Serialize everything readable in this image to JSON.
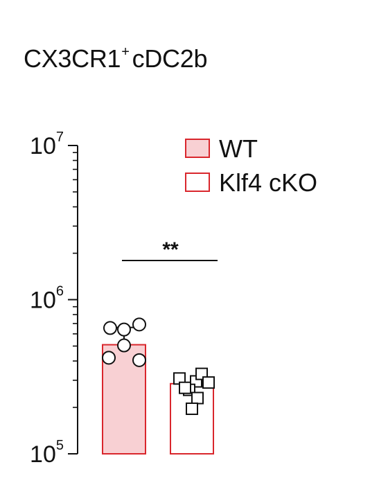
{
  "chart_data": {
    "type": "bar",
    "title": {
      "main": "CX3CR1",
      "superscript": "+",
      "suffix": "cDC2b"
    },
    "ylabel": "",
    "yscale": "log",
    "ylim": [
      100000,
      10000000
    ],
    "yticks": [
      {
        "value": 100000,
        "base": "10",
        "exp": "5"
      },
      {
        "value": 1000000,
        "base": "10",
        "exp": "6"
      },
      {
        "value": 10000000,
        "base": "10",
        "exp": "7"
      }
    ],
    "categories": [
      "WT",
      "Klf4 cKO"
    ],
    "series": [
      {
        "name": "WT",
        "fill": "#f8d0d3",
        "stroke": "#d9262c",
        "marker": "circle",
        "mean": 510000,
        "error": 660000,
        "points": [
          655000,
          690000,
          640000,
          420000,
          505000,
          405000
        ]
      },
      {
        "name": "Klf4 cKO",
        "fill": "#ffffff",
        "stroke": "#d9262c",
        "marker": "square",
        "mean": 285000,
        "error": null,
        "points": [
          308000,
          295000,
          330000,
          260000,
          230000,
          290000,
          268000,
          196000
        ]
      }
    ],
    "significance": {
      "label": "**",
      "between": [
        "WT",
        "Klf4 cKO"
      ]
    },
    "legend": {
      "position": "top-right"
    },
    "grid": false
  }
}
